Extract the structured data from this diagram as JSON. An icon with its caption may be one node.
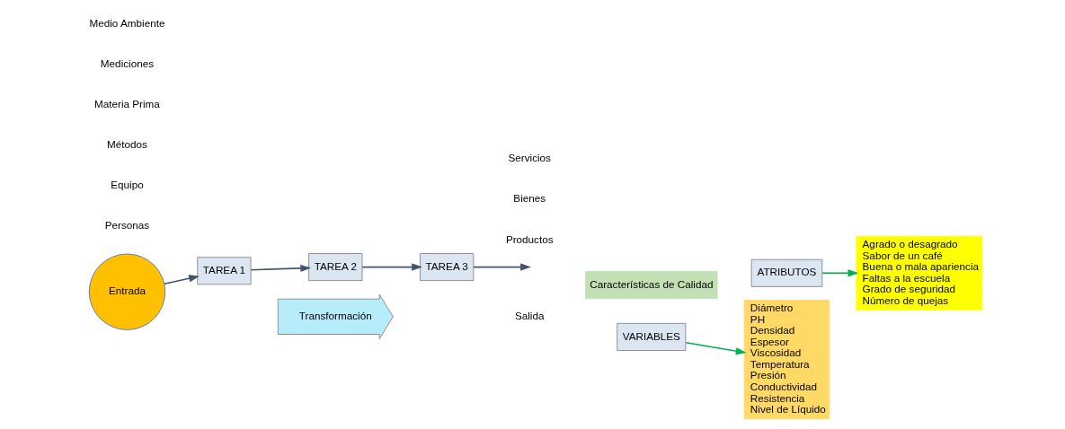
{
  "diagram": {
    "nodes": [
      {
        "text": [
          "Entrada"
        ]
      },
      {
        "text": [
          "TAREA 1"
        ]
      },
      {
        "text": [
          "TAREA 2"
        ]
      },
      {
        "text": [
          "TAREA 3"
        ]
      },
      {
        "text": [
          "Características de Calidad"
        ]
      },
      {
        "text": [
          "ATRIBUTOS"
        ]
      },
      {
        "text": [
          "Agrado o desagrado",
          "Sabor de un café",
          "Buena o mala apariencia",
          "Faltas a la escuela",
          "Grado de seguridad",
          "Número de quejas"
        ]
      },
      {
        "text": [
          "VARIABLES"
        ]
      },
      {
        "text": [
          "Diámetro",
          "PH",
          "Densidad",
          "Espesor",
          "Viscosidad",
          "Temperatura",
          "Presión",
          "Conductividad",
          "Resistencia",
          "Nivel de Líquido"
        ]
      },
      {
        "text": [
          "Transformación"
        ]
      }
    ],
    "edges": [
      {
        "from": 0,
        "to": 1,
        "arrow": "to"
      },
      {
        "from": 1,
        "to": 2,
        "arrow": "to"
      },
      {
        "from": 2,
        "to": 3,
        "arrow": "to"
      },
      {
        "from": 3,
        "to": null,
        "arrow": "to"
      },
      {
        "from": 5,
        "to": 6,
        "arrow": "to",
        "color": "#00b050"
      },
      {
        "from": 7,
        "to": 8,
        "arrow": "to",
        "color": "#00b050"
      }
    ],
    "labels": [
      "Personas",
      "Equipo",
      "Métodos",
      "Materia Prima",
      "Mediciones",
      "Medio Ambiente",
      "Salida",
      "Productos",
      "Bienes",
      "Servicios"
    ]
  }
}
